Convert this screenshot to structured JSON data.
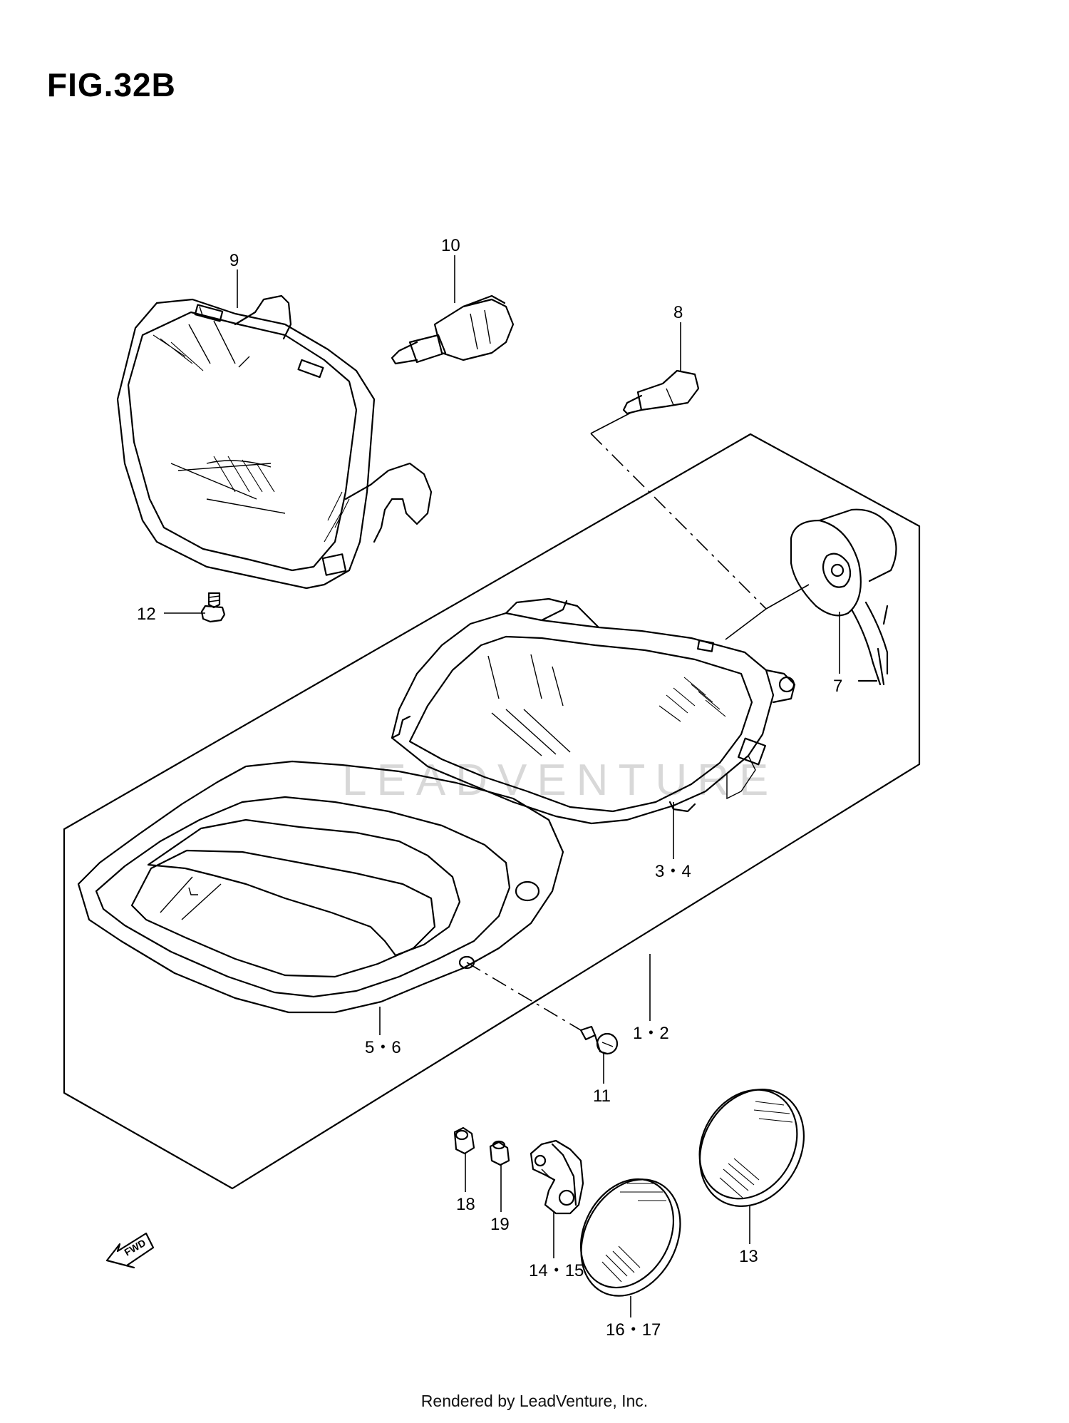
{
  "figure": {
    "title": "FIG.32B"
  },
  "watermark": {
    "text": "LEADVENTURE"
  },
  "footer": {
    "text": "Rendered by LeadVenture, Inc."
  },
  "fwd_arrow": {
    "label": "FWD"
  },
  "callouts": {
    "c1": "1・2",
    "c3": "3・4",
    "c5": "5・6",
    "c7": "7",
    "c8": "8",
    "c9": "9",
    "c10": "10",
    "c11": "11",
    "c12": "12",
    "c13": "13",
    "c14": "14・15",
    "c16": "16・17",
    "c18": "18",
    "c19": "19"
  }
}
